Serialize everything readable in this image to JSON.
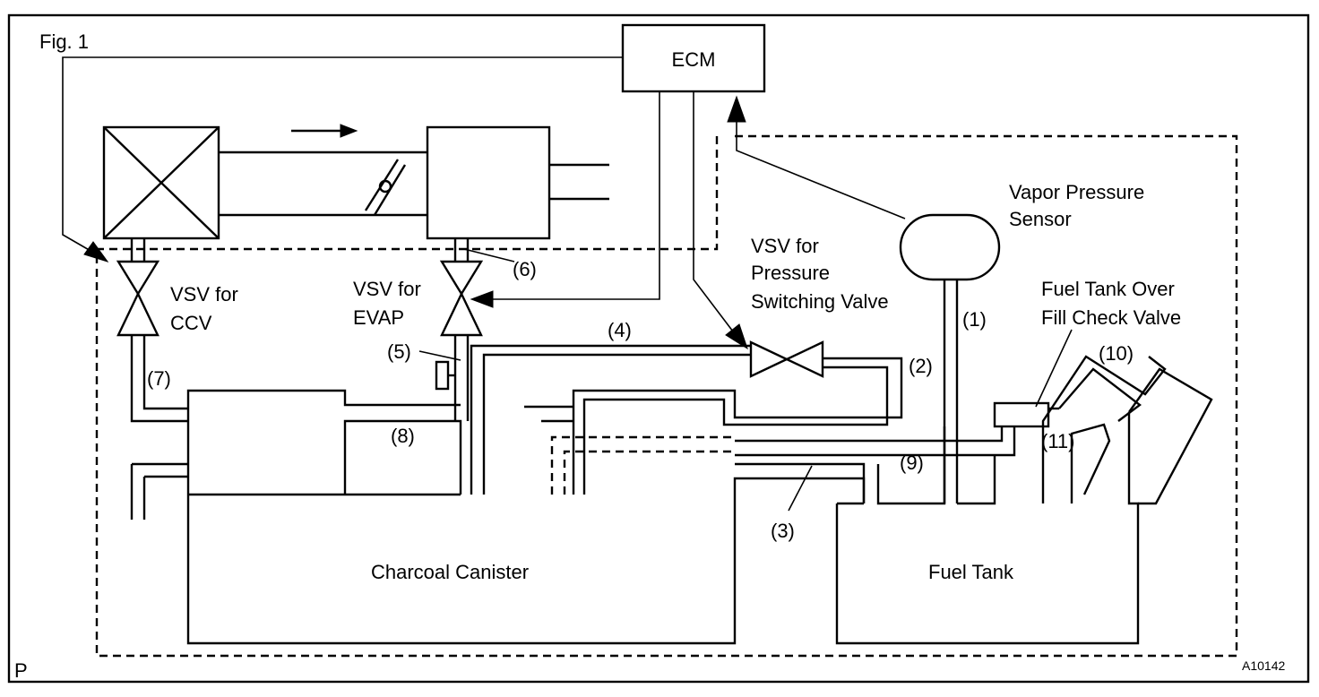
{
  "figure": {
    "label": "Fig. 1",
    "corner_mark": "P",
    "ref_code": "A10142"
  },
  "labels": {
    "ecm": "ECM",
    "vapor_sensor_line1": "Vapor Pressure",
    "vapor_sensor_line2": "Sensor",
    "vsv_pressure_line1": "VSV for",
    "vsv_pressure_line2": "Pressure",
    "vsv_pressure_line3": "Switching Valve",
    "vsv_ccv_line1": "VSV for",
    "vsv_ccv_line2": "CCV",
    "vsv_evap_line1": "VSV for",
    "vsv_evap_line2": "EVAP",
    "overfill_line1": "Fuel Tank Over",
    "overfill_line2": "Fill Check Valve",
    "charcoal_canister": "Charcoal Canister",
    "fuel_tank": "Fuel Tank"
  },
  "callouts": {
    "n1": "(1)",
    "n2": "(2)",
    "n3": "(3)",
    "n4": "(4)",
    "n5": "(5)",
    "n6": "(6)",
    "n7": "(7)",
    "n8": "(8)",
    "n9": "(9)",
    "n10": "(10)",
    "n11": "(11)"
  }
}
